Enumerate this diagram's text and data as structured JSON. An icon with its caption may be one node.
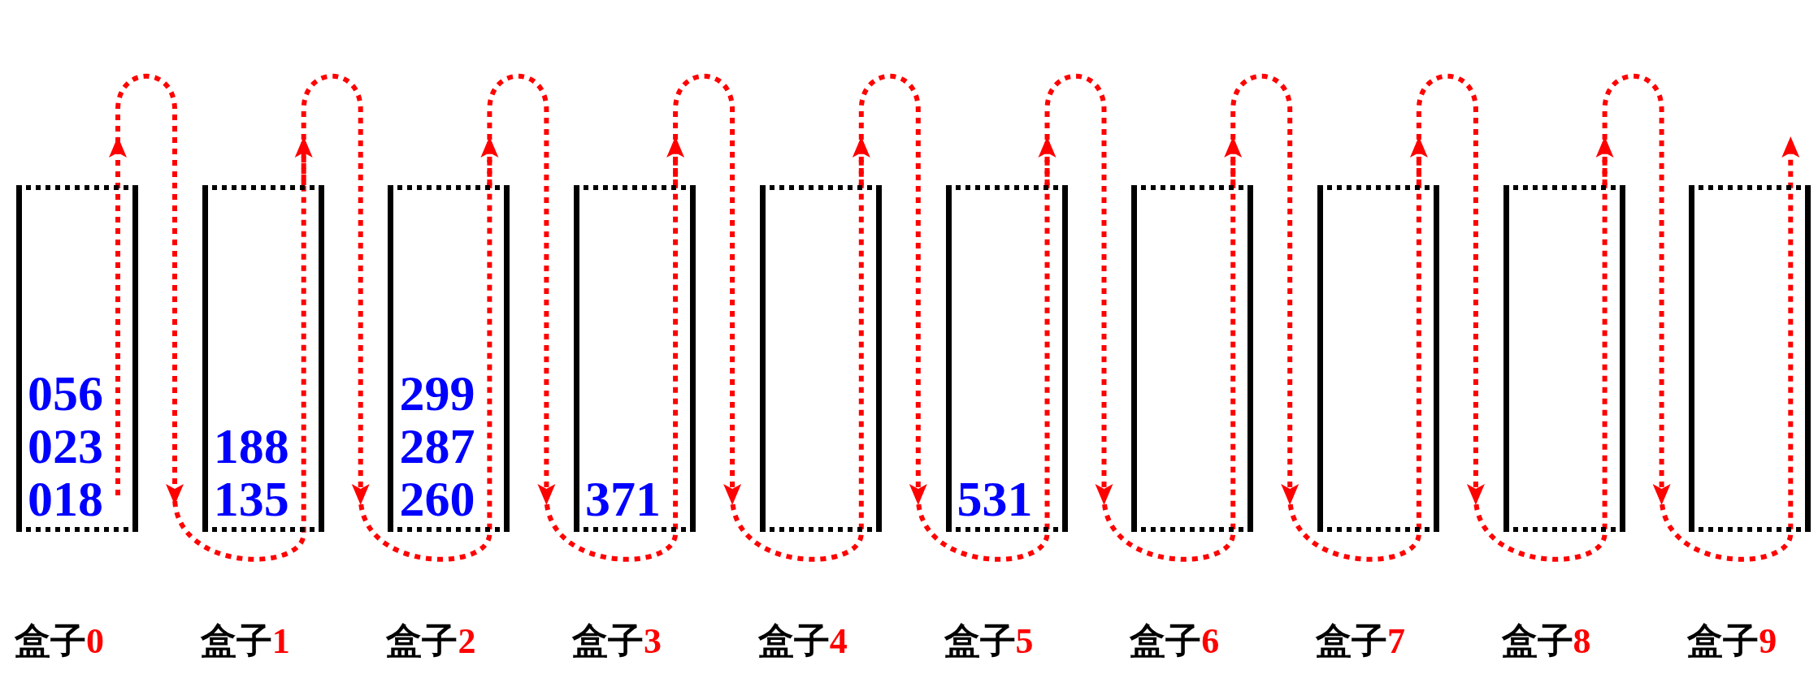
{
  "diagram": {
    "nodes": [
      {
        "text": [
          "056",
          "023",
          "018"
        ],
        "beside": [
          "盒子0"
        ]
      },
      {
        "text": [
          "188",
          "135"
        ],
        "beside": [
          "盒子1"
        ]
      },
      {
        "text": [
          "299",
          "287",
          "260"
        ],
        "beside": [
          "盒子2"
        ]
      },
      {
        "text": [
          "371"
        ],
        "beside": [
          "盒子3"
        ]
      },
      {
        "text": [],
        "shape": "box",
        "beside": [
          "盒子4"
        ]
      },
      {
        "text": [
          "531"
        ],
        "beside": [
          "盒子5"
        ]
      },
      {
        "text": [],
        "shape": "box",
        "beside": [
          "盒子6"
        ]
      },
      {
        "text": [],
        "shape": "box",
        "beside": [
          "盒子7"
        ]
      },
      {
        "text": [],
        "shape": "box",
        "beside": [
          "盒子8"
        ]
      },
      {
        "text": [],
        "shape": "box",
        "beside": [
          "盒子9"
        ]
      }
    ],
    "edges": [
      {
        "from": 0,
        "to": 1,
        "arrow": "to",
        "style": "dashed"
      },
      {
        "from": 1,
        "to": 2,
        "arrow": "to",
        "style": "dashed"
      },
      {
        "from": 2,
        "to": 3,
        "arrow": "to",
        "style": "dashed"
      },
      {
        "from": 3,
        "to": 4,
        "arrow": "to",
        "style": "dashed"
      },
      {
        "from": 4,
        "to": 5,
        "arrow": "to",
        "style": "dashed"
      },
      {
        "from": 5,
        "to": 6,
        "arrow": "to",
        "style": "dashed"
      },
      {
        "from": 6,
        "to": 7,
        "arrow": "to",
        "style": "dashed"
      },
      {
        "from": 7,
        "to": 8,
        "arrow": "to",
        "style": "dashed"
      },
      {
        "from": 8,
        "to": 9,
        "arrow": "to",
        "style": "dashed"
      }
    ]
  }
}
